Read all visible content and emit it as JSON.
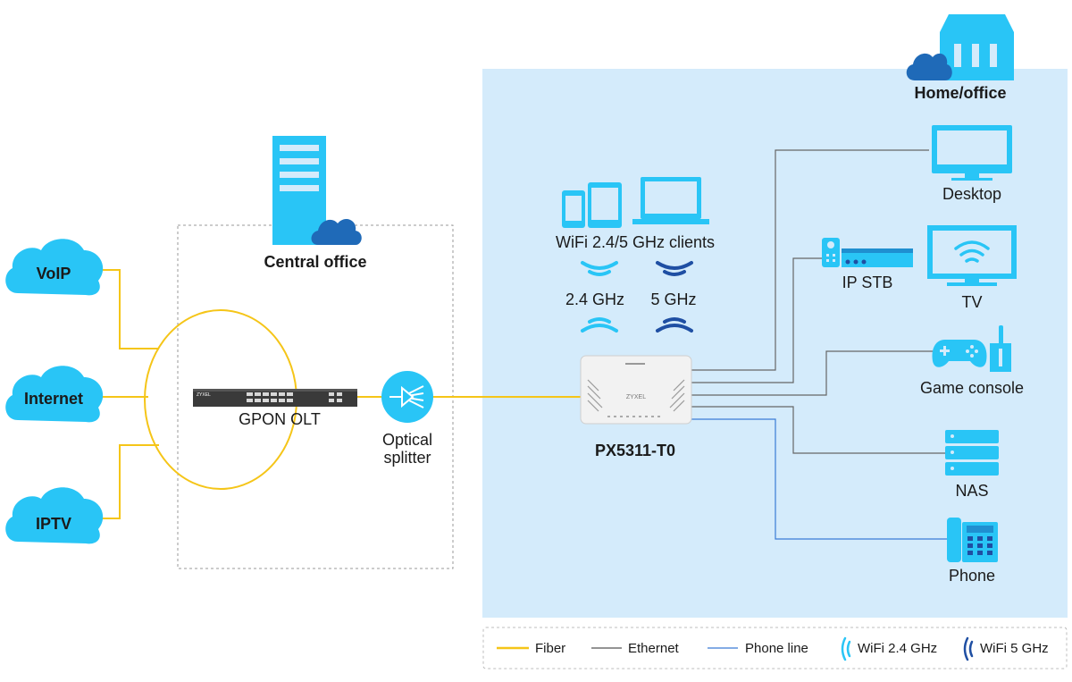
{
  "clouds": {
    "voip": "VoIP",
    "internet": "Internet",
    "iptv": "IPTV"
  },
  "central_office": {
    "title": "Central office",
    "olt_label": "GPON OLT",
    "olt_brand": "ZYXEL",
    "splitter_label_line1": "Optical",
    "splitter_label_line2": "splitter"
  },
  "home_office": {
    "title": "Home/office",
    "router_label": "PX5311-T0",
    "router_brand": "ZYXEL",
    "wifi_clients_label": "WiFi 2.4/5 GHz clients",
    "band_24_label": "2.4 GHz",
    "band_5_label": "5 GHz",
    "devices": {
      "desktop": "Desktop",
      "ip_stb": "IP STB",
      "tv": "TV",
      "game_console": "Game console",
      "nas": "NAS",
      "phone": "Phone"
    }
  },
  "legend": {
    "fiber": "Fiber",
    "ethernet": "Ethernet",
    "phone_line": "Phone line",
    "wifi_24": "WiFi 2.4 GHz",
    "wifi_5": "WiFi 5 GHz"
  },
  "colors": {
    "fiber": "#f5c518",
    "ethernet": "#555555",
    "phone_line": "#3a7bd5",
    "wifi_24": "#29c5f6",
    "wifi_5": "#1f4fa3",
    "device_blue": "#29c5f6",
    "home_bg": "#d4ebfb"
  }
}
